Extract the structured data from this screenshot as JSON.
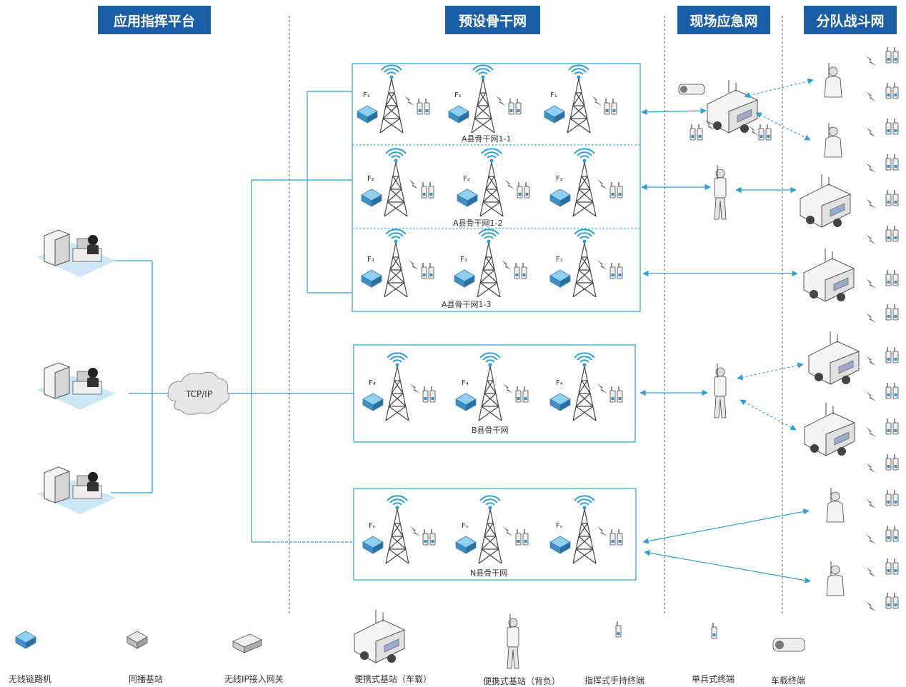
{
  "headers": {
    "platform": "应用指挥平台",
    "backbone": "预设骨干网",
    "onsite": "现场应急网",
    "squad": "分队战斗网"
  },
  "cloud_label": "TCP/IP",
  "networks": [
    {
      "name": "A县骨干网1-1",
      "freq": "F₁"
    },
    {
      "name": "A县骨干网1-2",
      "freq": "F₂"
    },
    {
      "name": "A县骨干网1-3",
      "freq": "F₃"
    },
    {
      "name": "B县骨干网",
      "freq": "F₄"
    },
    {
      "name": "N县骨干网",
      "freq": "Fₙ"
    }
  ],
  "legend": {
    "wireless_link": "无线链路机",
    "simulcast_bs": "同播基站",
    "ip_gateway": "无线IP接入网关",
    "portable_vehicle": "便携式基站（车载）",
    "portable_backpack": "便携式基站（背负）",
    "command_handheld": "指挥式手持终端",
    "soldier_terminal": "单兵式终端",
    "vehicle_terminal": "车载终端"
  },
  "colors": {
    "header_bg": "#1a5ea8",
    "line": "#2a9fd8",
    "box_border": "#2a9fd8",
    "dashed_divider": "#555555"
  }
}
